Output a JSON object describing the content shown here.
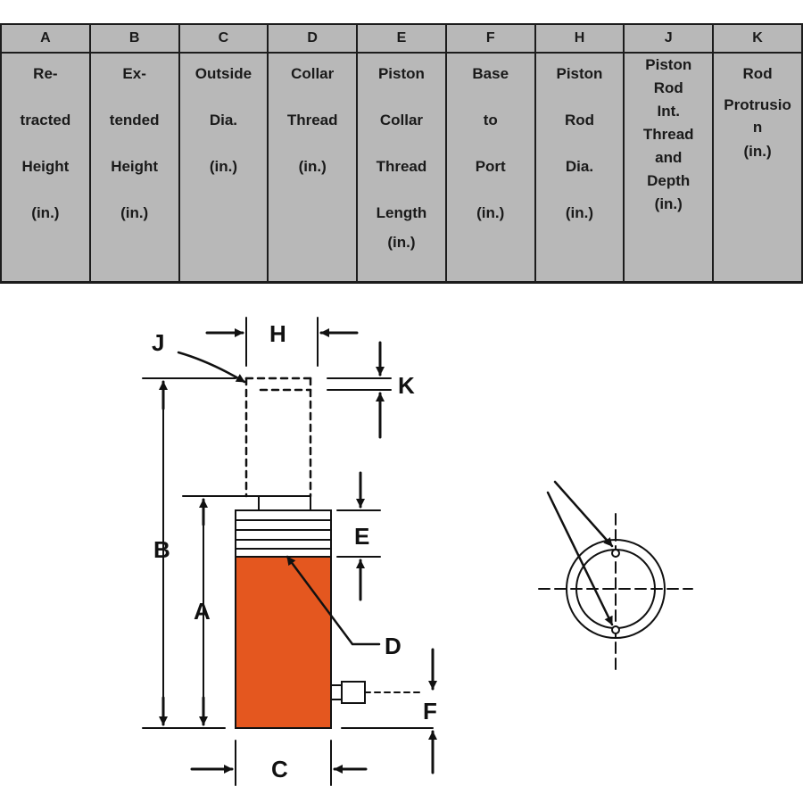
{
  "table": {
    "columns": [
      {
        "letter": "A",
        "lines": [
          "Re-",
          "tracted",
          "Height",
          "(in.)"
        ]
      },
      {
        "letter": "B",
        "lines": [
          "Ex-",
          "tended",
          "Height",
          "(in.)"
        ]
      },
      {
        "letter": "C",
        "lines": [
          "Outside",
          "Dia.",
          "(in.)"
        ]
      },
      {
        "letter": "D",
        "lines": [
          "Collar",
          "Thread",
          "(in.)"
        ]
      },
      {
        "letter": "E",
        "lines": [
          "Piston",
          "Collar",
          "Thread",
          "Length",
          "(in.)"
        ]
      },
      {
        "letter": "F",
        "lines": [
          "Base",
          "to",
          "Port",
          "(in.)"
        ]
      },
      {
        "letter": "H",
        "lines": [
          "Piston",
          "Rod",
          "Dia.",
          "(in.)"
        ]
      },
      {
        "letter": "J",
        "lines": [
          "Piston",
          "Rod",
          "Int.",
          "Thread",
          "and",
          "Depth",
          "(in.)"
        ]
      },
      {
        "letter": "K",
        "lines": [
          "Rod",
          "Protrusio",
          "n",
          "(in.)"
        ]
      }
    ]
  },
  "diagram": {
    "labels": {
      "J": "J",
      "H": "H",
      "K": "K",
      "B": "B",
      "A": "A",
      "E": "E",
      "D": "D",
      "F": "F",
      "C": "C"
    },
    "colors": {
      "cylinder_body": "#e4571f",
      "line": "#111111",
      "table_bg": "#b8b8b8"
    }
  }
}
